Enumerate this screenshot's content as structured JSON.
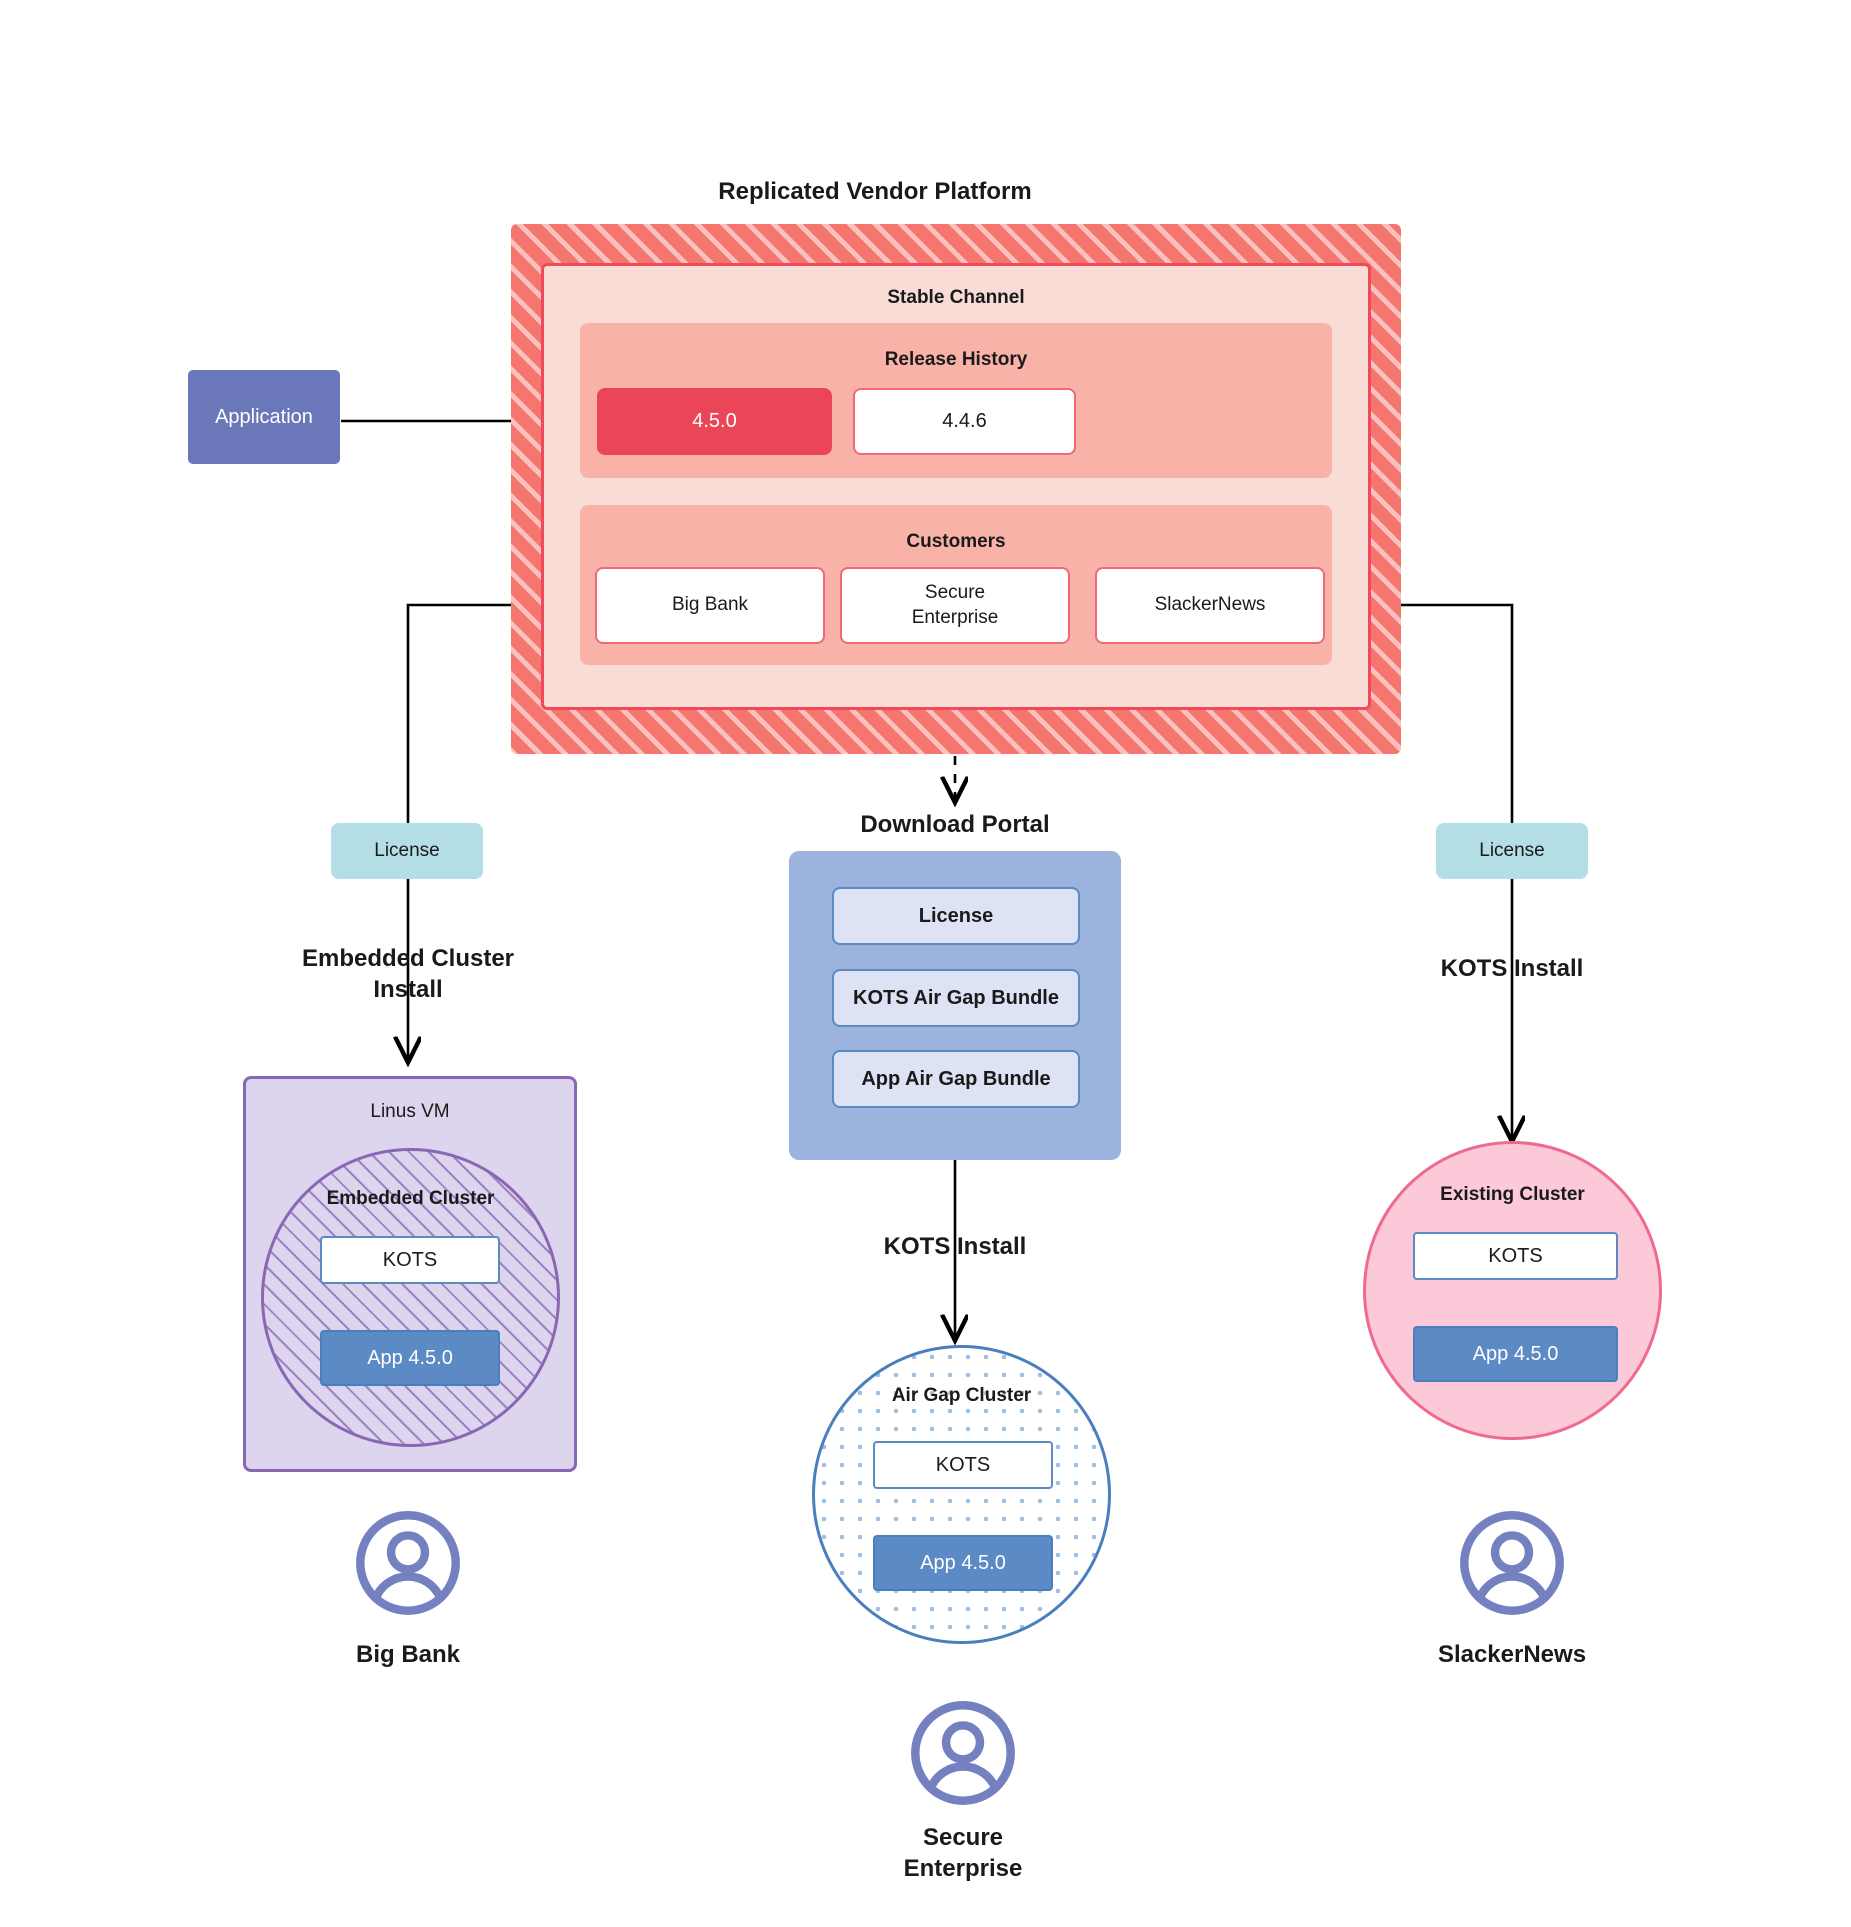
{
  "diagram": {
    "title": "Replicated Vendor Platform",
    "application_node": {
      "label": "Application"
    },
    "vendor_platform": {
      "channel_label": "Stable Channel",
      "release_history": {
        "band_label": "Release History",
        "releases": [
          {
            "version": "4.5.0",
            "state": "current"
          },
          {
            "version": "4.4.6",
            "state": "previous"
          }
        ]
      },
      "customers": {
        "band_label": "Customers",
        "items": [
          {
            "name": "Big Bank"
          },
          {
            "name": "Secure\nEnterprise"
          },
          {
            "name": "SlackerNews"
          }
        ]
      }
    },
    "branches": {
      "left": {
        "license_label": "License",
        "flow_label": "Embedded Cluster\nInstall",
        "vm_label": "Linus VM",
        "cluster_label": "Embedded Cluster",
        "kots_label": "KOTS",
        "app_label": "App 4.5.0",
        "persona": "Big Bank"
      },
      "center": {
        "portal_title": "Download  Portal",
        "portal_items": [
          {
            "label": "License"
          },
          {
            "label": "KOTS Air Gap Bundle"
          },
          {
            "label": "App Air Gap Bundle"
          }
        ],
        "flow_label": "KOTS Install",
        "cluster_label": "Air Gap Cluster",
        "kots_label": "KOTS",
        "app_label": "App 4.5.0",
        "persona": "Secure\nEnterprise"
      },
      "right": {
        "license_label": "License",
        "flow_label": "KOTS Install",
        "cluster_label": "Existing Cluster",
        "kots_label": "KOTS",
        "app_label": "App 4.5.0",
        "persona": "SlackerNews"
      }
    },
    "icons": {
      "avatar": "user-avatar-icon"
    },
    "colors": {
      "platform_red": "#f4766e",
      "channel_pink": "#fadcd7",
      "band_pink": "#f8b2a7",
      "release_current": "#ea4559",
      "application_purple": "#6a77b8",
      "license_cyan": "#b3dee6",
      "portal_blue": "#9cb4dd",
      "portal_item_blue": "#dde3f4",
      "app_blue": "#5b8ac4",
      "vm_purple": "#ddd4ed",
      "vm_border": "#8867b5",
      "existing_pink": "#fbc9d8",
      "avatar_periwinkle": "#7580c0",
      "connector_black": "#000000"
    }
  }
}
